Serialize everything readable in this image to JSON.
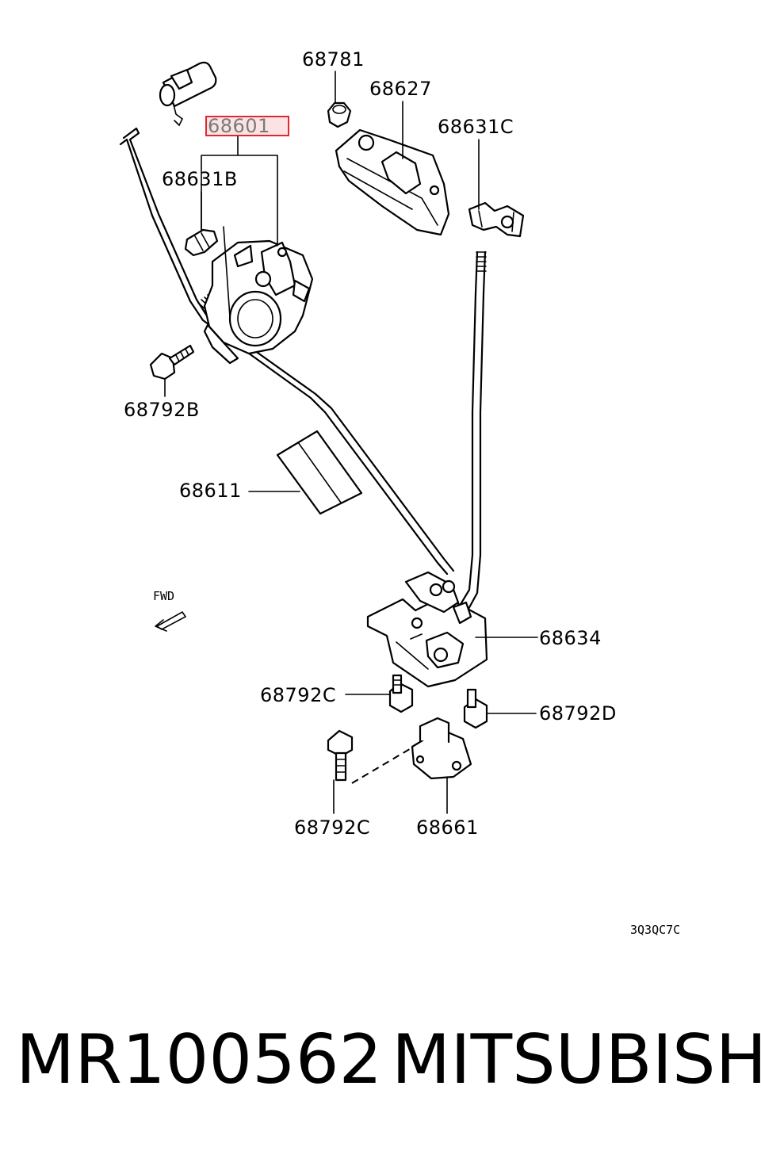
{
  "labels": {
    "p68781": "68781",
    "p68627": "68627",
    "p68601": "68601",
    "p68631c": "68631C",
    "p68631b": "68631B",
    "p68792b": "68792B",
    "p68611": "68611",
    "fwd": "FWD",
    "p68634": "68634",
    "p68792c_top": "68792C",
    "p68792d": "68792D",
    "p68792c_bottom": "68792C",
    "p68661": "68661",
    "diagram_code": "3Q3QC7C"
  },
  "caption": {
    "part_number": "MR100562",
    "brand": "MITSUBISHI"
  },
  "colors": {
    "highlight_border": "#e0282e",
    "highlight_fill": "#fbe3e4",
    "highlight_text": "#7a7a7a",
    "line": "#000000"
  }
}
